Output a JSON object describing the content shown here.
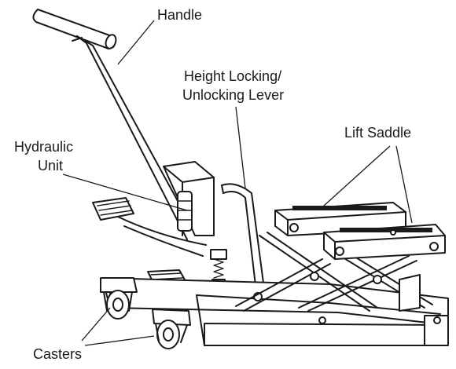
{
  "labels": {
    "handle": "Handle",
    "lever_line1": "Height Locking/",
    "lever_line2": "Unlocking Lever",
    "lift_saddle": "Lift Saddle",
    "hydraulic_line1": "Hydraulic",
    "hydraulic_line2": "Unit",
    "casters": "Casters"
  },
  "colors": {
    "line": "#1a1a1a",
    "background": "#ffffff"
  }
}
